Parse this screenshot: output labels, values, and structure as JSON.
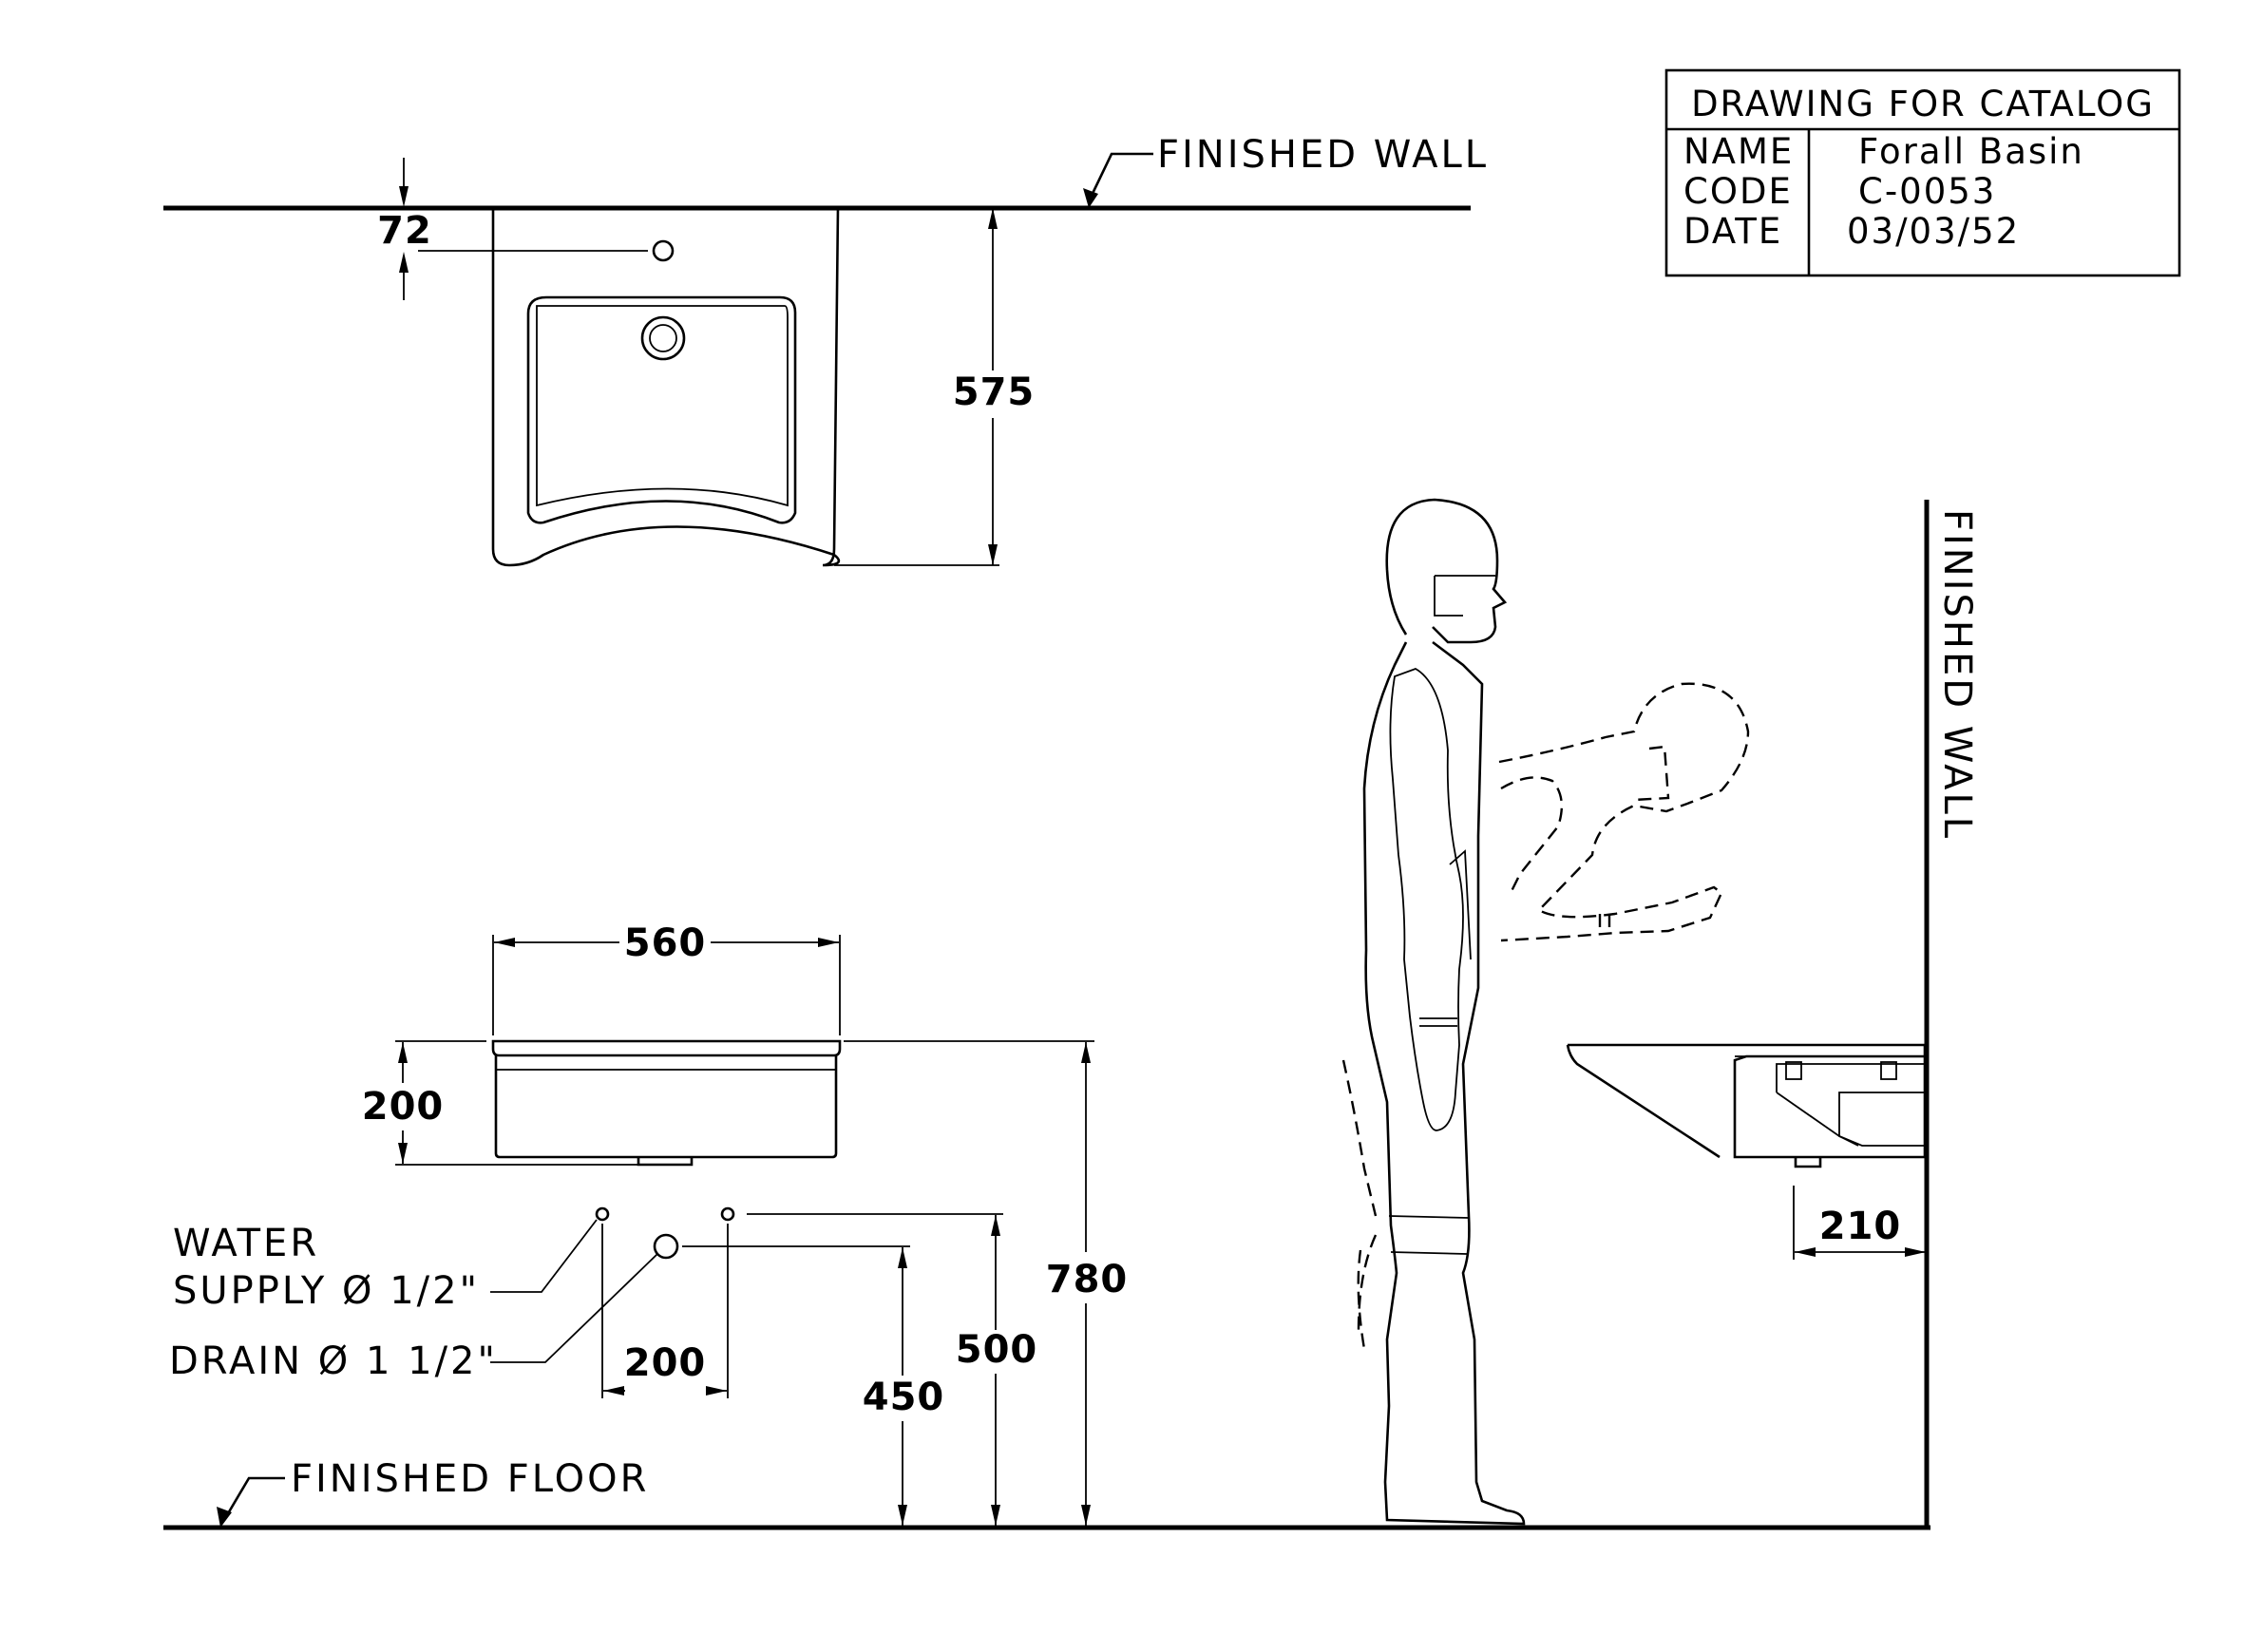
{
  "title_block": {
    "heading": "DRAWING FOR CATALOG",
    "name_label": "NAME",
    "name_value": "Forall Basin",
    "code_label": "CODE",
    "code_value": "C-0053",
    "date_label": "DATE",
    "date_value": "03/03/52"
  },
  "labels": {
    "finished_wall_top": "FINISHED WALL",
    "finished_wall_right": "FINISHED WALL",
    "finished_floor": "FINISHED FLOOR",
    "water_supply_line1": "WATER",
    "water_supply_line2": "SUPPLY Ø 1/2\"",
    "drain": "DRAIN Ø 1 1/2\""
  },
  "dimensions": {
    "tap_hole_offset": "72",
    "basin_depth": "575",
    "basin_width": "560",
    "basin_height": "200",
    "supply_spacing": "200",
    "drain_height": "450",
    "supply_height": "500",
    "rim_height": "780",
    "side_clearance": "210"
  }
}
